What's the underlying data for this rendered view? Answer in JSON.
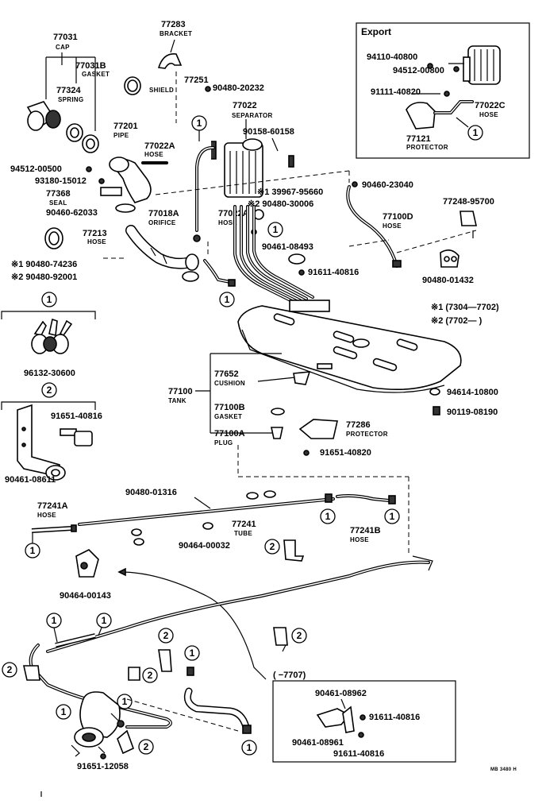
{
  "export": {
    "title": "Export",
    "p94110": "94110-40800",
    "p94512": "94512-00800",
    "p91111": "91111-40820",
    "p77022c": "77022C",
    "p77022c_name": "HOSE",
    "p77121": "77121",
    "p77121_name": "PROTECTOR",
    "ref1": "1"
  },
  "parts": {
    "p77031": "77031",
    "p77031_name": "CAP",
    "p77031b": "77031B",
    "p77031b_name": "GASKET",
    "p77324": "77324",
    "p77324_name": "SPRING",
    "p77283": "77283",
    "p77283_name": "BRACKET",
    "p77251": "77251",
    "p77251_name": "SHIELD",
    "p90480_20232": "90480-20232",
    "p77022": "77022",
    "p77022_name": "SEPARATOR",
    "p77201": "77201",
    "p77201_name": "PIPE",
    "p77022a_1": "77022A",
    "p77022a_1_name": "HOSE",
    "p90158": "90158-60158",
    "p94512_00500": "94512-00500",
    "p93180": "93180-15012",
    "p77368": "77368",
    "p77368_name": "SEAL",
    "p90460_62033": "90460-62033",
    "p139967": "※1 39967-95660",
    "p290480_30006": "※2 90480-30006",
    "p90460_23040": "90460-23040",
    "p77018a": "77018A",
    "p77018a_name": "ORIFICE",
    "p77022a_2": "77022A",
    "p77022a_2_name": "HOSE",
    "p77100d": "77100D",
    "p77100d_name": "HOSE",
    "p77248": "77248-95700",
    "p77213": "77213",
    "p77213_name": "HOSE",
    "p190480_74236": "※1 90480-74236",
    "p290480_92001": "※2 90480-92001",
    "p90461_08493": "90461-08493",
    "p91611_40816": "91611-40816",
    "p90480_01432": "90480-01432",
    "note1": "※1 (7304—7702)",
    "note2": "※2 (7702—        )",
    "p96132": "96132-30600",
    "p77652": "77652",
    "p77652_name": "CUSHION",
    "p77100": "77100",
    "p77100_name": "TANK",
    "p77100b": "77100B",
    "p77100b_name": "GASKET",
    "p77100a": "77100A",
    "p77100a_name": "PLUG",
    "p77286": "77286",
    "p77286_name": "PROTECTOR",
    "p94614": "94614-10800",
    "p90119": "90119-08190",
    "p91651_40816": "91651-40816",
    "p90461_08611": "90461-08611",
    "p91651_40820": "91651-40820",
    "p90480_01316": "90480-01316",
    "p77241a": "77241A",
    "p77241a_name": "HOSE",
    "p77241": "77241",
    "p77241_name": "TUBE",
    "p90464_00032": "90464-00032",
    "p77241b": "77241B",
    "p77241b_name": "HOSE",
    "p90464_00143": "90464-00143",
    "p7707": "(       −7707)",
    "p90461_08962": "90461-08962",
    "p91611_40816b": "91611-40816",
    "p90461_08961": "90461-08961",
    "p91611_40816c": "91611-40816",
    "p91651_12058": "91651-12058",
    "footer": "MB 3480 H"
  },
  "refs": {
    "one": "1",
    "two": "2"
  }
}
